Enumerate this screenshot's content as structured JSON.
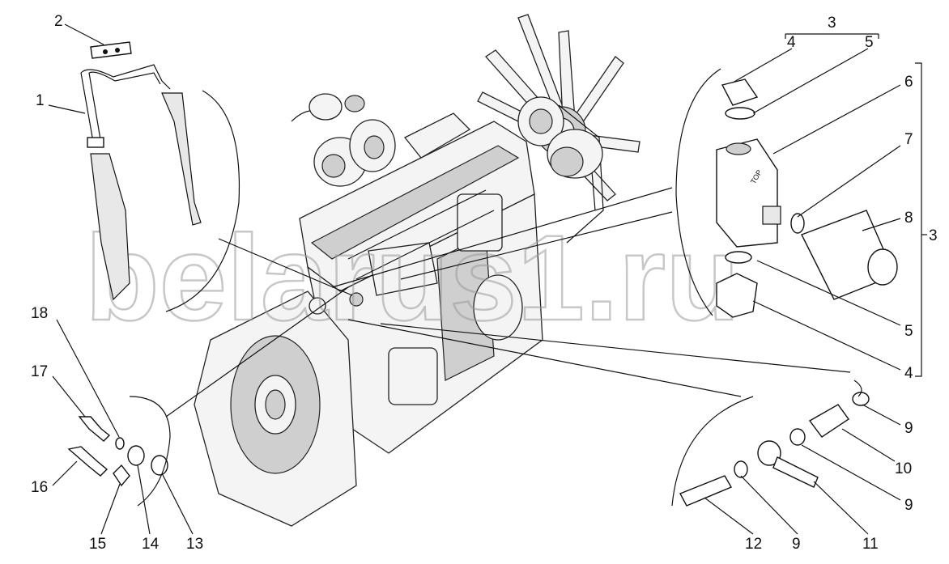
{
  "watermark": "belarus1.ru",
  "stamp_text": "TOP",
  "callouts": {
    "c1": "1",
    "c2": "2",
    "c3_top": "3",
    "c3_right": "3",
    "c4_top": "4",
    "c4_bottom": "4",
    "c5_top": "5",
    "c5_bottom": "5",
    "c6": "6",
    "c7": "7",
    "c8": "8",
    "c9_a": "9",
    "c9_b": "9",
    "c9_c": "9",
    "c10": "10",
    "c11": "11",
    "c12": "12",
    "c13": "13",
    "c14": "14",
    "c15": "15",
    "c16": "16",
    "c17": "17",
    "c18": "18"
  }
}
